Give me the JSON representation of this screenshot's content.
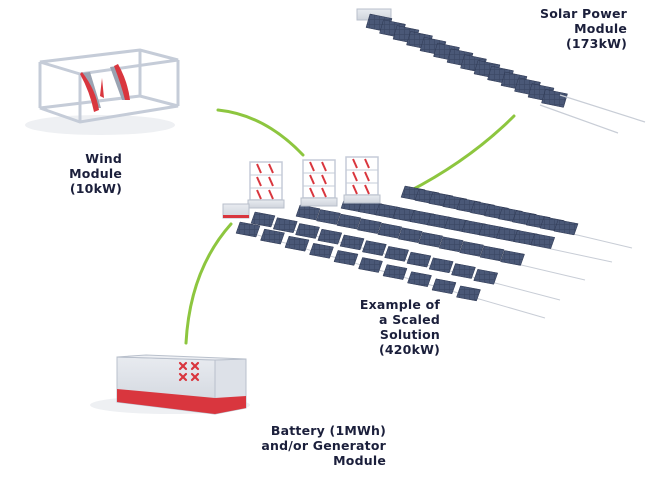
{
  "labels": {
    "solar": {
      "lines": [
        "Solar Power",
        "Module",
        "(173kW)"
      ]
    },
    "wind": {
      "lines": [
        "Wind",
        "Module",
        "(10kW)"
      ]
    },
    "scaled": {
      "lines": [
        "Example of",
        "a Scaled",
        "Solution",
        "(420kW)"
      ]
    },
    "battery": {
      "lines": [
        "Battery (1MWh)",
        "and/or Generator",
        "Module"
      ]
    }
  },
  "colors": {
    "connector": "#8dc63f",
    "text": "#1b1f3b",
    "accent_red": "#d9363e",
    "panel": "#3d4a66",
    "frame": "#c9ced8"
  }
}
